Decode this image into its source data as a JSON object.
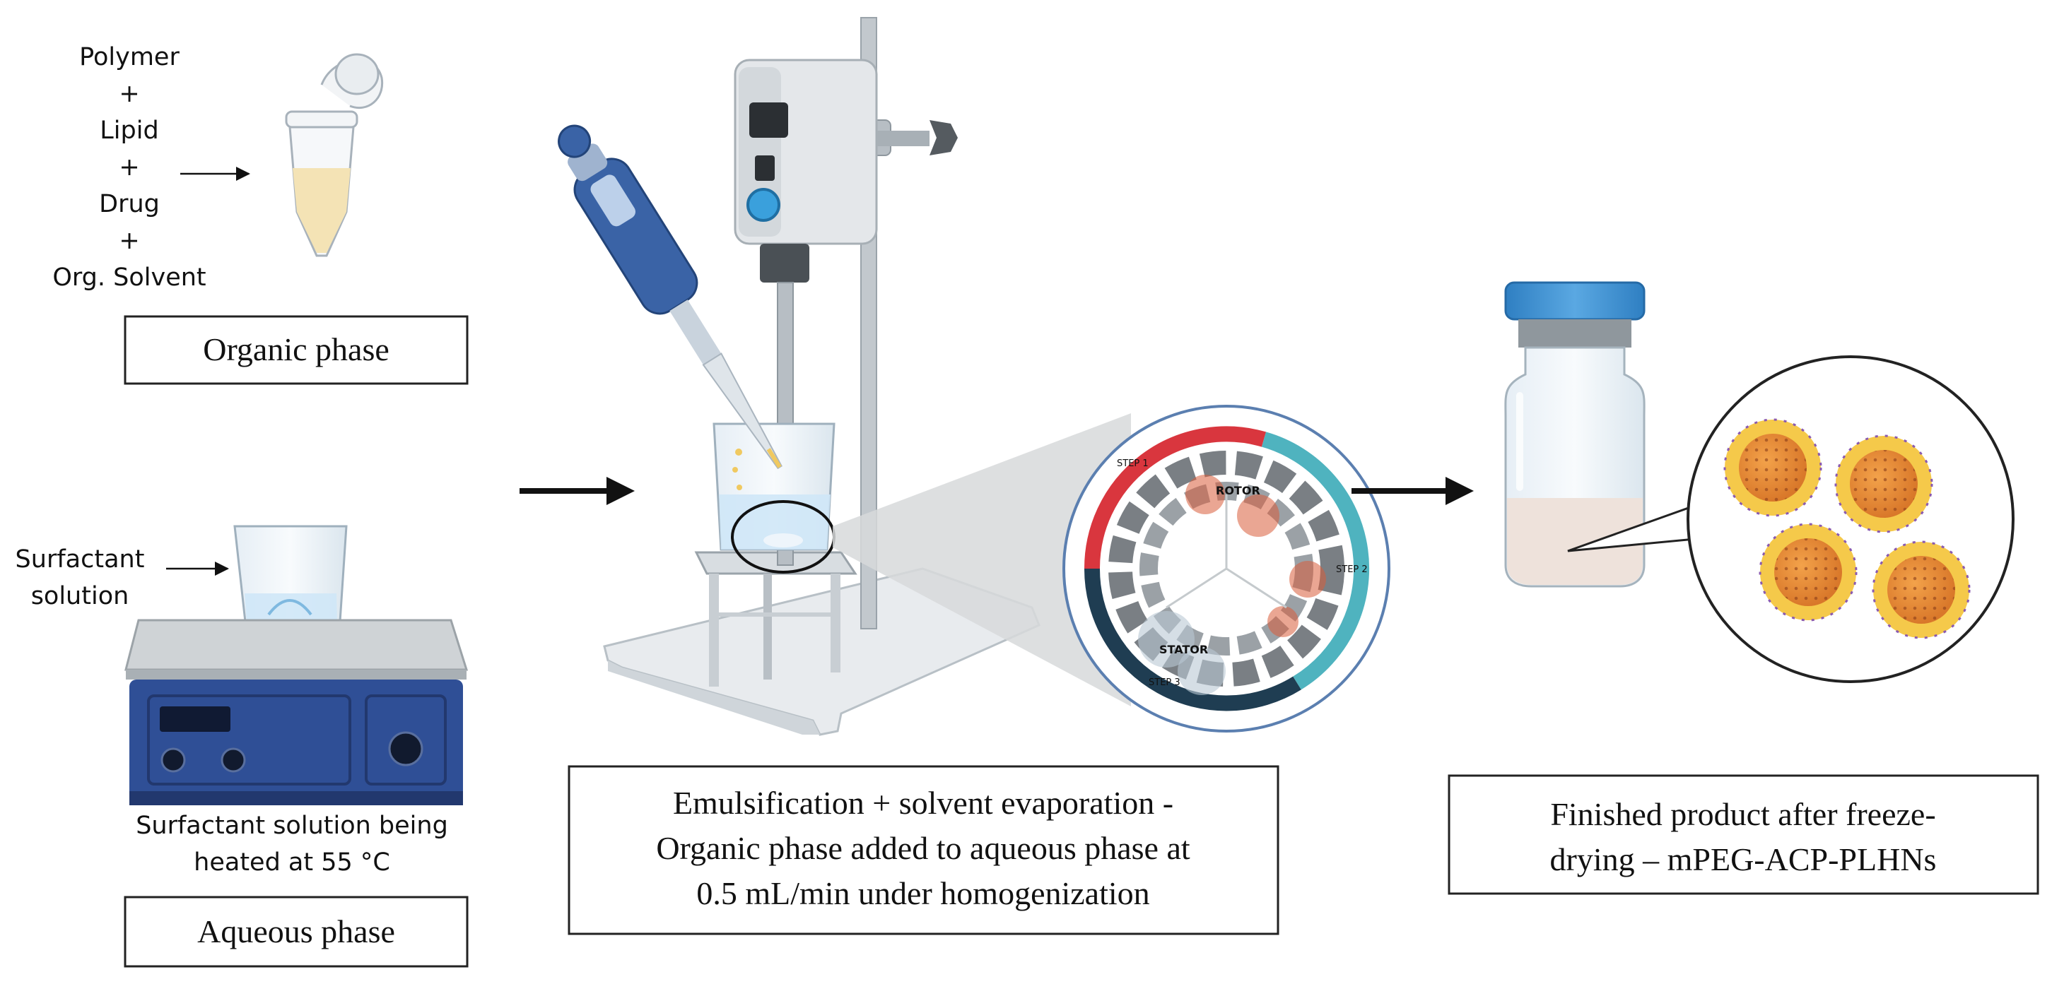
{
  "organic": {
    "ingredients": [
      "Polymer",
      "+",
      "Lipid",
      "+",
      "Drug",
      "+",
      "Org. Solvent"
    ],
    "box_label": "Organic phase"
  },
  "aqueous": {
    "surfactant_label_lines": [
      "Surfactant",
      "solution"
    ],
    "heating_caption_lines": [
      "Surfactant solution being",
      "heated at 55 °C"
    ],
    "box_label": "Aqueous phase"
  },
  "homogenizer": {
    "caption_lines": [
      "Emulsification + solvent evaporation -",
      "Organic phase added to aqueous phase at",
      "0.5 mL/min under homogenization"
    ],
    "zoom_labels": {
      "rotor": "ROTOR",
      "stator": "STATOR",
      "step1": "STEP 1",
      "step2": "STEP 2",
      "step3": "STEP 3"
    }
  },
  "product": {
    "caption_lines": [
      "Finished product after freeze-",
      "drying – mPEG-ACP-PLHNs"
    ]
  },
  "colors": {
    "hotplate_blue": "#2f4f96",
    "hotplate_dark": "#22386e",
    "pipette_blue": "#3a63a6",
    "vial_cap_blue": "#3e8fd0",
    "step1_red": "#d9363e",
    "step2_teal": "#4fb3bf",
    "step3_navy": "#1f3d52",
    "nanoparticle_orange": "#e8902e",
    "nanoparticle_shell": "#f5c94a",
    "peg_chain_purple": "#8a5ab0",
    "tube_liquid": "#f4e3b5",
    "water_blue": "#cfe7f7"
  }
}
